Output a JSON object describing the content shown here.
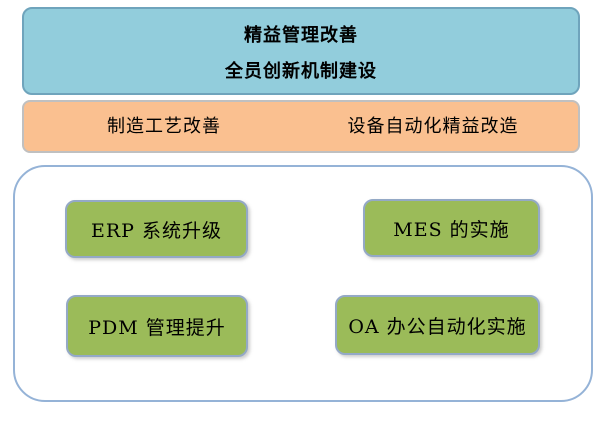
{
  "top_box": {
    "line1": "精益管理改善",
    "line2": "全员创新机制建设",
    "fill": "#92CDDC",
    "border": "#6FA4BC"
  },
  "middle_box": {
    "left_label": "制造工艺改善",
    "right_label": "设备自动化精益改造",
    "fill": "#FAC090",
    "border": "#C0C0C0"
  },
  "container": {
    "fill": "#FFFFFF",
    "border": "#95B3D7",
    "item_fill": "#9BBB59",
    "item_border": "#94A9C6",
    "items": [
      {
        "label": "ERP 系统升级"
      },
      {
        "label": "MES 的实施"
      },
      {
        "label": "PDM 管理提升"
      },
      {
        "label": "OA 办公自动化实施"
      }
    ]
  }
}
